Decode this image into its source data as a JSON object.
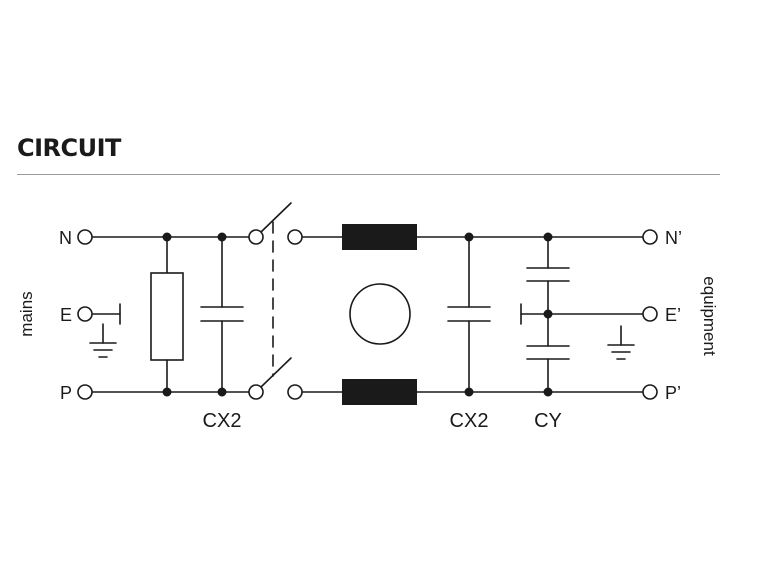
{
  "section": {
    "title": "CIRCUIT"
  },
  "terminals": {
    "left": {
      "N": "N",
      "E": "E",
      "P": "P"
    },
    "right": {
      "N": "N’",
      "E": "E’",
      "P": "P’"
    }
  },
  "side_labels": {
    "left": "mains",
    "right": "equipment"
  },
  "component_labels": {
    "cx2_left": "CX2",
    "cx2_right": "CX2",
    "cy": "CY"
  }
}
